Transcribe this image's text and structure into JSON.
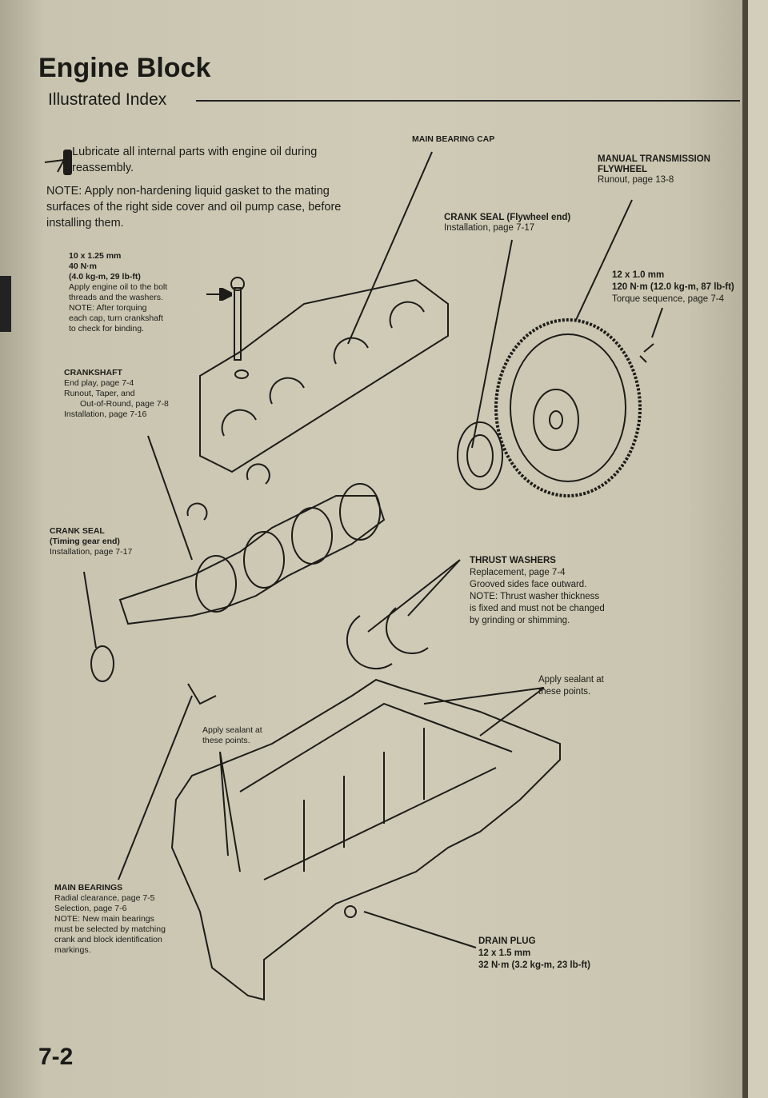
{
  "header": {
    "title": "Engine Block",
    "subtitle": "Illustrated Index"
  },
  "intro": {
    "oil_icon_label": "OIL",
    "lubricate": [
      "Lubricate all internal parts with engine oil during",
      "reassembly."
    ],
    "note": [
      "NOTE: Apply non-hardening liquid gasket to the mating",
      "surfaces of the right side cover and oil pump case, before",
      "installing them."
    ]
  },
  "callouts": {
    "bearing_bolt": [
      "10 x 1.25 mm",
      "40 N·m",
      "(4.0 kg-m, 29 lb-ft)",
      "Apply engine oil to the bolt",
      "threads and the washers.",
      "NOTE: After torquing",
      "each cap, turn crankshaft",
      "to check for binding."
    ],
    "crankshaft": {
      "title": "CRANKSHAFT",
      "lines": [
        "End play, page 7-4",
        "Runout, Taper, and",
        "Out-of-Round, page 7-8",
        "Installation, page 7-16"
      ]
    },
    "main_bearing_cap": {
      "title": "MAIN BEARING CAP"
    },
    "flywheel": {
      "title": [
        "MANUAL TRANSMISSION",
        "FLYWHEEL"
      ],
      "lines": [
        "Runout, page 13-8"
      ]
    },
    "crank_seal_flywheel": {
      "title": "CRANK SEAL (Flywheel end)",
      "lines": [
        "Installation, page 7-17"
      ]
    },
    "flywheel_bolt": {
      "lines": [
        "12 x 1.0 mm",
        "120 N·m (12.0 kg-m, 87 lb-ft)",
        "Torque sequence, page 7-4"
      ]
    },
    "crank_seal_timing": {
      "title": "CRANK SEAL",
      "subtitle": "(Timing gear end)",
      "lines": [
        "Installation, page 7-17"
      ]
    },
    "thrust_washers": {
      "title": "THRUST WASHERS",
      "lines": [
        "Replacement, page 7-4",
        "Grooved sides face outward.",
        "NOTE: Thrust washer thickness",
        "is fixed and must not be changed",
        "by grinding or shimming."
      ]
    },
    "sealant_right": [
      "Apply sealant at",
      "these points."
    ],
    "sealant_left": [
      "Apply sealant at",
      "these points."
    ],
    "main_bearings": {
      "title": "MAIN BEARINGS",
      "lines": [
        "Radial clearance, page 7-5",
        "Selection, page 7-6",
        "NOTE: New main bearings",
        "must be selected by matching",
        "crank and block identification",
        "markings."
      ]
    },
    "drain_plug": {
      "title": "DRAIN PLUG",
      "lines": [
        "12 x 1.5 mm",
        "32 N·m (3.2 kg-m, 23 lb-ft)"
      ]
    }
  },
  "footer": {
    "page_number": "7-2"
  }
}
